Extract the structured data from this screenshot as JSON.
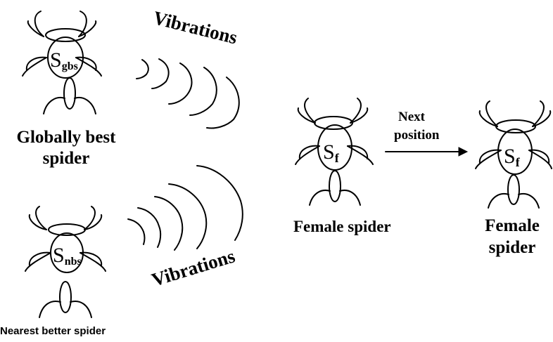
{
  "spiders": [
    {
      "symbol": "S",
      "subscript": "gbs",
      "caption_lines": [
        "Globally best",
        "spider"
      ]
    },
    {
      "symbol": "S",
      "subscript": "nbs",
      "caption_lines": [
        "Nearest better spider"
      ]
    },
    {
      "symbol": "S",
      "subscript": "f",
      "caption_lines": [
        "Female spider"
      ]
    },
    {
      "symbol": "S",
      "subscript": "f",
      "caption_lines": [
        "Female",
        "spider"
      ]
    }
  ],
  "vibrations_top": "Vibrations",
  "vibrations_bottom": "Vibrations",
  "arrow_label_lines": [
    "Next",
    "position"
  ],
  "colors": {
    "ink": "#000000",
    "background": "#ffffff"
  }
}
